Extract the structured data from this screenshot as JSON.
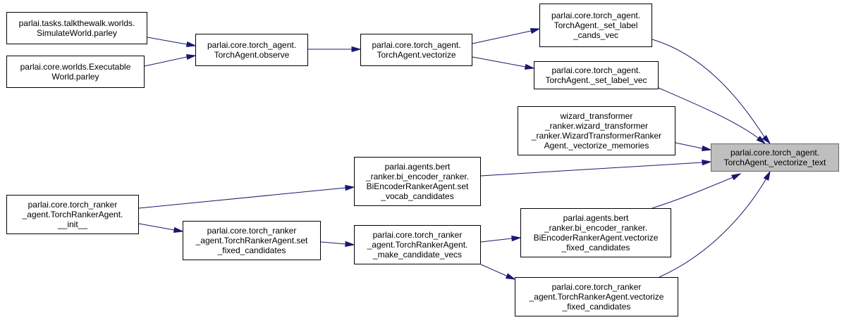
{
  "colors": {
    "edge": "#191970",
    "focus_fill": "#bfbfbf",
    "node_border": "#000000"
  },
  "nodes": {
    "n_simworld": {
      "lines": [
        "parlai.tasks.talkthewalk.worlds.",
        "SimulateWorld.parley"
      ]
    },
    "n_execworld": {
      "lines": [
        "parlai.core.worlds.Executable",
        "World.parley"
      ]
    },
    "n_observe": {
      "lines": [
        "parlai.core.torch_agent.",
        "TorchAgent.observe"
      ]
    },
    "n_vectorize": {
      "lines": [
        "parlai.core.torch_agent.",
        "TorchAgent.vectorize"
      ]
    },
    "n_setcands": {
      "lines": [
        "parlai.core.torch_agent.",
        "TorchAgent._set_label",
        "_cands_vec"
      ]
    },
    "n_setlabel": {
      "lines": [
        "parlai.core.torch_agent.",
        "TorchAgent._set_label_vec"
      ]
    },
    "n_wizard": {
      "lines": [
        "wizard_transformer",
        "_ranker.wizard_transformer",
        "_ranker.WizardTransformerRanker",
        "Agent._vectorize_memories"
      ]
    },
    "n_target": {
      "lines": [
        "parlai.core.torch_agent.",
        "TorchAgent._vectorize_text"
      ]
    },
    "n_biset": {
      "lines": [
        "parlai.agents.bert",
        "_ranker.bi_encoder_ranker.",
        "BiEncoderRankerAgent.set",
        "_vocab_candidates"
      ]
    },
    "n_rankinit": {
      "lines": [
        "parlai.core.torch_ranker",
        "_agent.TorchRankerAgent.",
        "__init__"
      ]
    },
    "n_setfixed": {
      "lines": [
        "parlai.core.torch_ranker",
        "_agent.TorchRankerAgent.set",
        "_fixed_candidates"
      ]
    },
    "n_makecand": {
      "lines": [
        "parlai.core.torch_ranker",
        "_agent.TorchRankerAgent.",
        "_make_candidate_vecs"
      ]
    },
    "n_bivecfixed": {
      "lines": [
        "parlai.agents.bert",
        "_ranker.bi_encoder_ranker.",
        "BiEncoderRankerAgent.vectorize",
        "_fixed_candidates"
      ]
    },
    "n_rankvecfixed": {
      "lines": [
        "parlai.core.torch_ranker",
        "_agent.TorchRankerAgent.vectorize",
        "_fixed_candidates"
      ]
    }
  },
  "edges": [
    {
      "from": "n_simworld",
      "to": "n_observe"
    },
    {
      "from": "n_execworld",
      "to": "n_observe"
    },
    {
      "from": "n_observe",
      "to": "n_vectorize"
    },
    {
      "from": "n_vectorize",
      "to": "n_setcands"
    },
    {
      "from": "n_vectorize",
      "to": "n_setlabel"
    },
    {
      "from": "n_setcands",
      "to": "n_target"
    },
    {
      "from": "n_setlabel",
      "to": "n_target"
    },
    {
      "from": "n_wizard",
      "to": "n_target"
    },
    {
      "from": "n_biset",
      "to": "n_target"
    },
    {
      "from": "n_bivecfixed",
      "to": "n_target"
    },
    {
      "from": "n_rankvecfixed",
      "to": "n_target"
    },
    {
      "from": "n_rankinit",
      "to": "n_biset"
    },
    {
      "from": "n_rankinit",
      "to": "n_setfixed"
    },
    {
      "from": "n_setfixed",
      "to": "n_makecand"
    },
    {
      "from": "n_makecand",
      "to": "n_bivecfixed"
    },
    {
      "from": "n_makecand",
      "to": "n_rankvecfixed"
    }
  ]
}
